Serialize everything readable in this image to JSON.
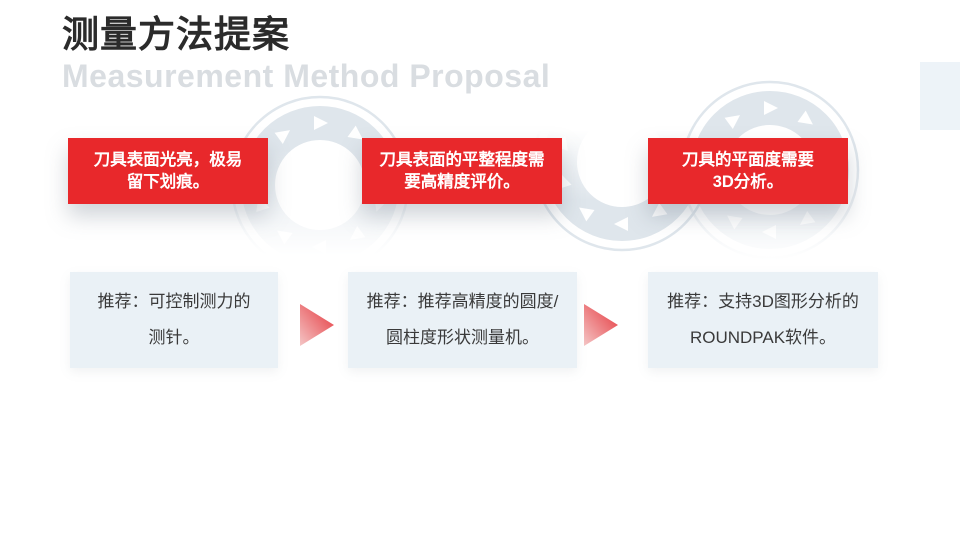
{
  "slide": {
    "title": "测量方法提案",
    "subtitle": "Measurement Method Proposal"
  },
  "colors": {
    "accent-red": "#E8282B",
    "title-text": "#2B2B2B",
    "subtitle-text": "#D9DDE1",
    "rec-box-bg": "#EAF1F6",
    "rec-text": "#3A3A3A",
    "ring": "#DFE6EC",
    "corner-rect": "#EDF3F8",
    "arrow-light": "#F4C6C6",
    "arrow-dark": "#E5353B"
  },
  "steps": [
    {
      "problem_lines": [
        "刀具表面光亮，极易",
        "留下划痕。"
      ],
      "rec_lines": [
        "推荐：可控制测力的",
        "测针。"
      ]
    },
    {
      "problem_lines": [
        "刀具表面的平整程度需",
        "要高精度评价。"
      ],
      "rec_lines": [
        "推荐：推荐高精度的圆度/",
        "圆柱度形状测量机。"
      ]
    },
    {
      "problem_lines": [
        "刀具的平面度需要",
        "3D分析。"
      ],
      "rec_lines": [
        "推荐：支持3D图形分析的",
        "ROUNDPAK软件。"
      ]
    }
  ]
}
